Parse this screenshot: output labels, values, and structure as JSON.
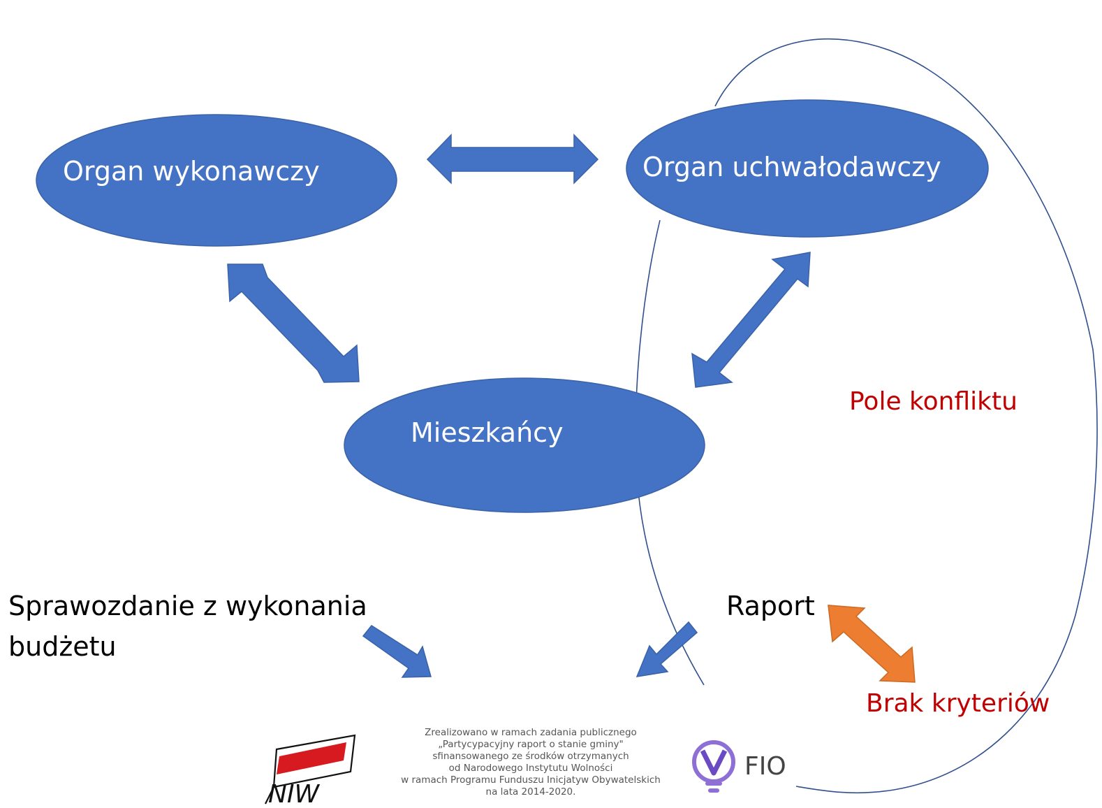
{
  "colors": {
    "node_fill": "#4472c4",
    "node_stroke": "#3a62a8",
    "arrow_blue": "#4472c4",
    "arrow_orange": "#ed7d31",
    "conflict_text": "#c00000",
    "conflict_outline": "#2f4f8f"
  },
  "nodes": {
    "executive": "Organ wykonawczy",
    "legislative": "Organ uchwałodawczy",
    "residents": "Mieszkańcy"
  },
  "labels": {
    "report_line1": "Sprawozdanie z wykonania",
    "report_line2": "budżetu",
    "raport": "Raport",
    "conflict_field": "Pole konfliktu",
    "no_criteria": "Brak kryteriów"
  },
  "footer": {
    "line1": "Zrealizowano w ramach zadania publicznego",
    "line2": "„Partycypacyjny raport o stanie gminy\"",
    "line3": "sfinansowanego ze środków otrzymanych",
    "line4": "od Narodowego Instytutu Wolności",
    "line5": "w ramach Programu Funduszu Inicjatyw Obywatelskich",
    "line6": "na lata 2014-2020.",
    "niw_logo": "NIW",
    "fio_logo": "FIO"
  }
}
